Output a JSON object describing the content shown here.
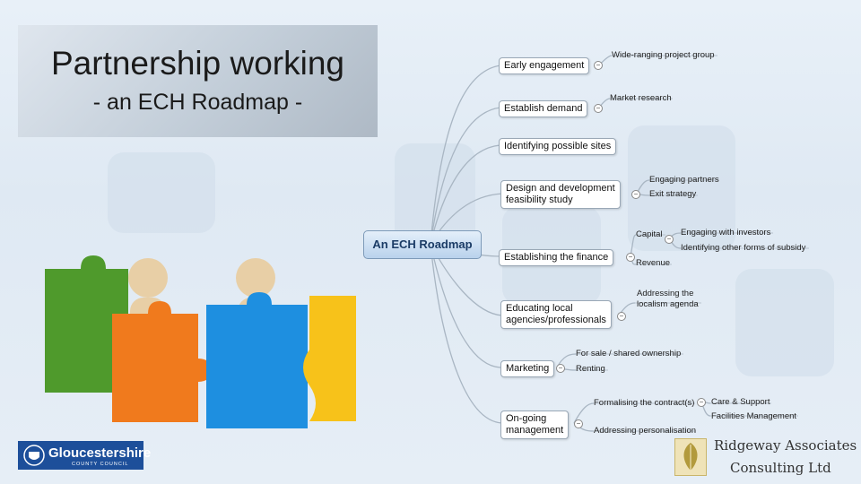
{
  "title": {
    "line1": "Partnership working",
    "line2": "- an ECH Roadmap -"
  },
  "mindmap": {
    "root": "An ECH Roadmap",
    "branches": [
      {
        "label": "Early engagement",
        "children": [
          "Wide-ranging project group"
        ]
      },
      {
        "label": "Establish demand",
        "children": [
          "Market research"
        ]
      },
      {
        "label": "Identifying possible sites",
        "children": []
      },
      {
        "label_lines": [
          "Design and development",
          "feasibility study"
        ],
        "children": [
          "Engaging partners",
          "Exit strategy"
        ]
      },
      {
        "label": "Establishing the finance",
        "children": [
          "Capital",
          "Revenue"
        ],
        "grandchildren": [
          "Engaging with investors",
          "Identifying other forms of subsidy"
        ]
      },
      {
        "label_lines": [
          "Educating local",
          "agencies/professionals"
        ],
        "children_lines": [
          "Addressing the",
          "localism agenda"
        ]
      },
      {
        "label": "Marketing",
        "children": [
          "For sale / shared ownership",
          "Renting"
        ]
      },
      {
        "label_lines": [
          "On-going",
          "management"
        ],
        "children": [
          "Formalising the contract(s)",
          "Addressing personalisation"
        ],
        "grandchildren": [
          "Care & Support",
          "Facilities Management"
        ]
      }
    ]
  },
  "logos": {
    "gcc_name": "Gloucestershire",
    "gcc_sub": "COUNTY COUNCIL",
    "ridgeway_line1": "Ridgeway Associates",
    "ridgeway_line2": "Consulting Ltd"
  },
  "colors": {
    "gcc_blue": "#1d4f9a",
    "root_fill": "#b9d2ec",
    "connector": "#a9b6c3"
  }
}
